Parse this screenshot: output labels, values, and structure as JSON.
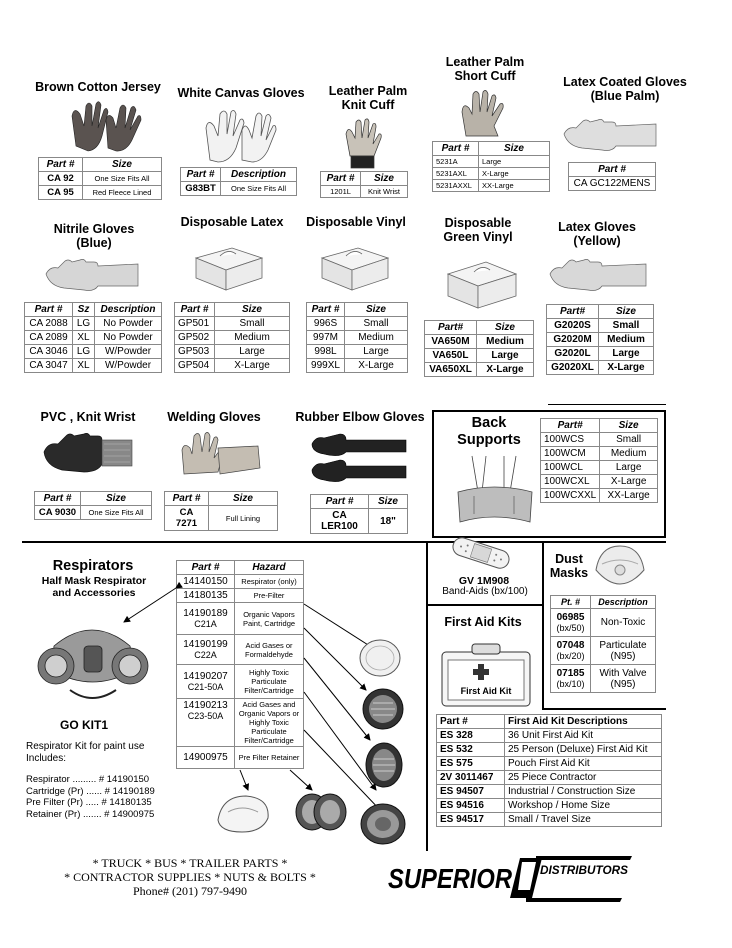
{
  "brown_cotton": {
    "title": "Brown Cotton Jersey",
    "h": [
      "Part #",
      "Size"
    ],
    "rows": [
      [
        "CA 92",
        "One Size Fits All"
      ],
      [
        "CA 95",
        "Red Fleece Lined"
      ]
    ]
  },
  "white_canvas": {
    "title": "White Canvas Gloves",
    "h": [
      "Part #",
      "Description"
    ],
    "rows": [
      [
        "G83BT",
        "One Size Fits All"
      ]
    ]
  },
  "leather_knit": {
    "title": "Leather Palm Knit Cuff",
    "h": [
      "Part #",
      "Size"
    ],
    "rows": [
      [
        "1201L",
        "Knit Wrist"
      ]
    ]
  },
  "leather_short": {
    "title": "Leather Palm Short Cuff",
    "h": [
      "Part #",
      "Size"
    ],
    "rows": [
      [
        "5231A",
        "Large"
      ],
      [
        "5231AXL",
        "X-Large"
      ],
      [
        "5231AXXL",
        "XX-Large"
      ]
    ]
  },
  "latex_coated": {
    "title": "Latex Coated Gloves",
    "title2": "(Blue Palm)",
    "h": [
      "Part #"
    ],
    "rows": [
      [
        "CA GC122MENS"
      ]
    ]
  },
  "nitrile": {
    "title": "Nitrile Gloves",
    "title2": "(Blue)",
    "h": [
      "Part #",
      "Sz",
      "Description"
    ],
    "rows": [
      [
        "CA 2088",
        "LG",
        "No Powder"
      ],
      [
        "CA 2089",
        "XL",
        "No Powder"
      ],
      [
        "CA 3046",
        "LG",
        "W/Powder"
      ],
      [
        "CA 3047",
        "XL",
        "W/Powder"
      ]
    ]
  },
  "disp_latex": {
    "title": "Disposable Latex",
    "h": [
      "Part #",
      "Size"
    ],
    "rows": [
      [
        "GP501",
        "Small"
      ],
      [
        "GP502",
        "Medium"
      ],
      [
        "GP503",
        "Large"
      ],
      [
        "GP504",
        "X-Large"
      ]
    ]
  },
  "disp_vinyl": {
    "title": "Disposable Vinyl",
    "h": [
      "Part #",
      "Size"
    ],
    "rows": [
      [
        "996S",
        "Small"
      ],
      [
        "997M",
        "Medium"
      ],
      [
        "998L",
        "Large"
      ],
      [
        "999XL",
        "X-Large"
      ]
    ]
  },
  "disp_green": {
    "title": "Disposable",
    "title2": "Green Vinyl",
    "h": [
      "Part#",
      "Size"
    ],
    "rows": [
      [
        "VA650M",
        "Medium"
      ],
      [
        "VA650L",
        "Large"
      ],
      [
        "VA650XL",
        "X-Large"
      ]
    ]
  },
  "latex_yellow": {
    "title": "Latex Gloves",
    "title2": "(Yellow)",
    "h": [
      "Part#",
      "Size"
    ],
    "rows": [
      [
        "G2020S",
        "Small"
      ],
      [
        "G2020M",
        "Medium"
      ],
      [
        "G2020L",
        "Large"
      ],
      [
        "G2020XL",
        "X-Large"
      ]
    ]
  },
  "pvc": {
    "title": "PVC , Knit Wrist",
    "h": [
      "Part #",
      "Size"
    ],
    "rows": [
      [
        "CA 9030",
        "One Size Fits All"
      ]
    ]
  },
  "welding": {
    "title": "Welding Gloves",
    "h": [
      "Part #",
      "Size"
    ],
    "rows": [
      [
        "CA 7271",
        "Full Lining"
      ]
    ]
  },
  "rubber": {
    "title": "Rubber Elbow Gloves",
    "h": [
      "Part #",
      "Size"
    ],
    "rows": [
      [
        "CA LER100",
        "18\""
      ]
    ]
  },
  "back": {
    "title": "Back",
    "title2": "Supports",
    "h": [
      "Part#",
      "Size"
    ],
    "rows": [
      [
        "100WCS",
        "Small"
      ],
      [
        "100WCM",
        "Medium"
      ],
      [
        "100WCL",
        "Large"
      ],
      [
        "100WCXL",
        "X-Large"
      ],
      [
        "100WCXXL",
        "XX-Large"
      ]
    ]
  },
  "respirators": {
    "title": "Respirators",
    "sub1": "Half Mask Respirator",
    "sub2": "and Accessories",
    "kit": "GO KIT1",
    "kit_desc1": "Respirator Kit for paint use",
    "kit_desc2": "Includes:",
    "items": [
      "Respirator ......... # 14190150",
      "Cartridge (Pr) ...... # 14190189",
      "Pre Filter (Pr) ..... # 14180135",
      "Retainer (Pr) ....... # 14900975"
    ],
    "h": [
      "Part #",
      "Hazard"
    ],
    "rows": [
      {
        "p": "14140150",
        "p2": "",
        "hz": "Respirator (only)"
      },
      {
        "p": "14180135",
        "p2": "",
        "hz": "Pre-Filter"
      },
      {
        "p": "14190189",
        "p2": "C21A",
        "hz": "Organic Vapors Paint, Cartridge"
      },
      {
        "p": "14190199",
        "p2": "C22A",
        "hz": "Acid Gases or Formaldehyde"
      },
      {
        "p": "14190207",
        "p2": "C21-50A",
        "hz": "Highly Toxic Particulate Filter/Cartridge"
      },
      {
        "p": "14190213",
        "p2": "C23-50A",
        "hz": "Acid Gases and Organic Vapors or Highly Toxic Particulate Filter/Cartridge"
      },
      {
        "p": "14900975",
        "p2": "",
        "hz": "Pre Filter Retainer"
      }
    ]
  },
  "bandaid": {
    "part": "GV 1M908",
    "desc": "Band-Aids (bx/100)"
  },
  "dust": {
    "title": "Dust",
    "title2": "Masks",
    "h": [
      "Pt. #",
      "Description"
    ],
    "rows": [
      {
        "p": "06985",
        "p2": "(bx/50)",
        "d": "Non-Toxic",
        "d2": ""
      },
      {
        "p": "07048",
        "p2": "(bx/20)",
        "d": "Particulate",
        "d2": "(N95)"
      },
      {
        "p": "07185",
        "p2": "(bx/10)",
        "d": "With Valve",
        "d2": "(N95)"
      }
    ]
  },
  "first_aid": {
    "title": "First Aid Kits",
    "kit_label": "First Aid Kit",
    "h": [
      "Part #",
      "First Aid Kit Descriptions"
    ],
    "rows": [
      [
        "ES 328",
        "36 Unit First Aid Kit"
      ],
      [
        "ES 532",
        "25 Person (Deluxe) First Aid Kit"
      ],
      [
        "ES 575",
        "Pouch First Aid Kit"
      ],
      [
        "2V 3011467",
        "25 Piece Contractor"
      ],
      [
        "ES 94507",
        "Industrial / Construction Size"
      ],
      [
        "ES 94516",
        "Workshop / Home Size"
      ],
      [
        "ES 94517",
        "Small / Travel Size"
      ]
    ]
  },
  "footer": {
    "l1": "* TRUCK *  BUS *  TRAILER PARTS *",
    "l2": "* CONTRACTOR SUPPLIES * NUTS & BOLTS *",
    "l3": "Phone# (201) 797-9490"
  },
  "logo": {
    "name": "SUPERIOR",
    "dist": "DISTRIBUTORS",
    "letters": "SD"
  },
  "colors": {
    "glove_brown": "#5a5350",
    "glove_white": "#e8e8e8",
    "leather": "#b8b2a8",
    "latex": "#dcdcdc",
    "dark_glove": "#2a2a2a",
    "mask_gray": "#8a8a8a"
  }
}
